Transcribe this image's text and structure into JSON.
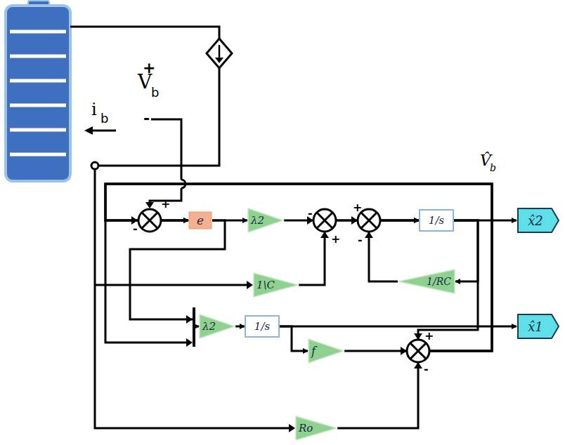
{
  "diagram": {
    "nodes": [
      {
        "text": [
          "e"
        ]
      },
      {
        "text": [
          "λ2"
        ]
      },
      {
        "text": [
          "1\\C"
        ]
      },
      {
        "text": [
          "1/s"
        ]
      },
      {
        "text": [
          "1/RC"
        ]
      },
      {
        "text": [
          "x̂2"
        ]
      },
      {
        "text": [
          "λ2"
        ]
      },
      {
        "text": [
          "1/s"
        ]
      },
      {
        "text": [
          "f"
        ]
      },
      {
        "text": [
          "Ro"
        ]
      },
      {
        "text": [
          "x̂1"
        ]
      }
    ],
    "edges": [
      {
        "from": 0,
        "to": 1,
        "arrow": "to"
      },
      {
        "from": 1,
        "to": 3,
        "arrow": "to"
      },
      {
        "from": 2,
        "to": 3,
        "arrow": "to"
      },
      {
        "from": 4,
        "to": 3,
        "arrow": "to"
      },
      {
        "from": 3,
        "to": 5,
        "arrow": "to"
      },
      {
        "from": 3,
        "to": 4,
        "arrow": "to"
      },
      {
        "from": 3,
        "to": 0,
        "arrow": "to"
      },
      {
        "from": 8,
        "to": 0,
        "arrow": "to"
      },
      {
        "from": 9,
        "to": 0,
        "arrow": "to"
      },
      {
        "from": 0,
        "to": 6,
        "arrow": "to"
      },
      {
        "from": 6,
        "to": 7,
        "arrow": "to"
      },
      {
        "from": 7,
        "to": 10,
        "arrow": "to"
      },
      {
        "from": 7,
        "to": 8,
        "arrow": "to"
      }
    ],
    "labels": [
      "+",
      "V",
      "b",
      "-",
      "i",
      "b",
      "V̂",
      "b",
      "+",
      "-",
      "-",
      "+",
      "+",
      "-",
      "+",
      "-"
    ]
  }
}
